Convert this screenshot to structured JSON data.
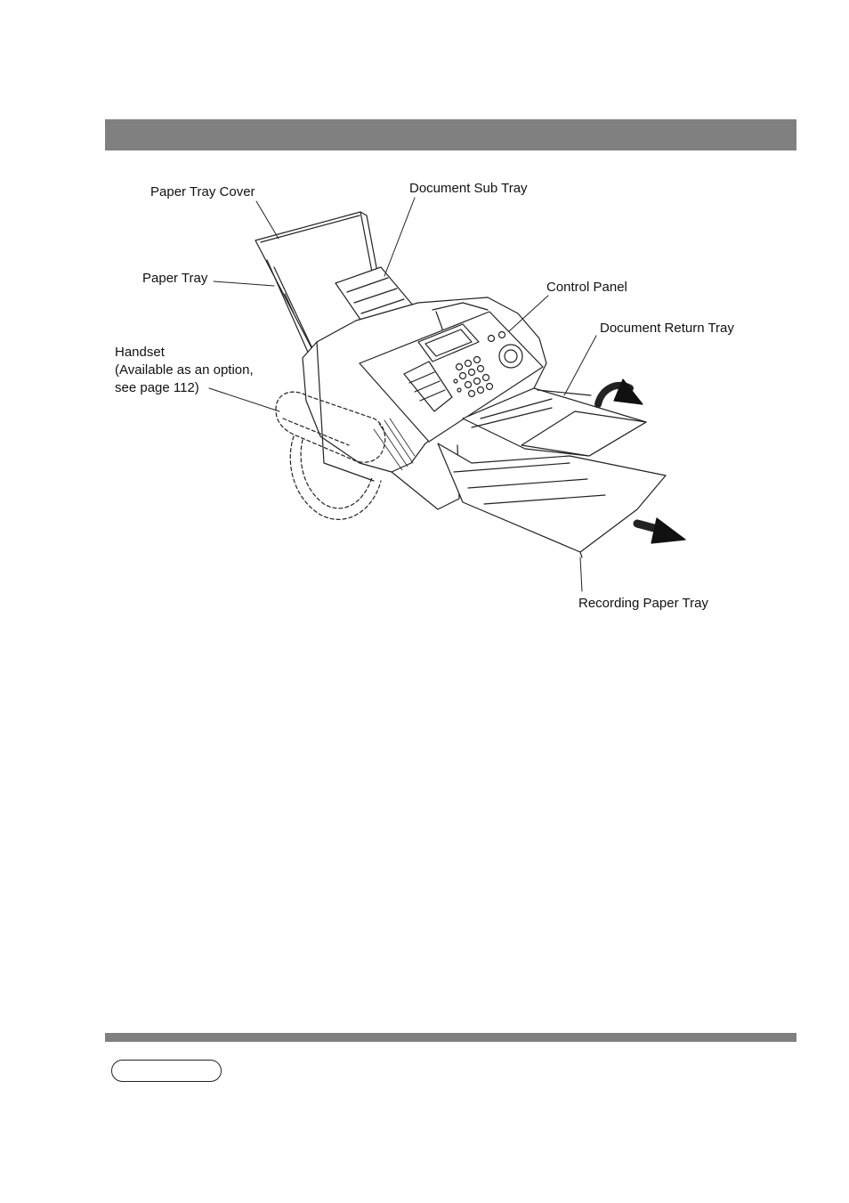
{
  "diagram": {
    "labels": {
      "paper_tray_cover": "Paper Tray Cover",
      "document_sub_tray": "Document Sub Tray",
      "paper_tray": "Paper Tray",
      "control_panel": "Control Panel",
      "document_return_tray": "Document Return Tray",
      "handset_title": "Handset",
      "handset_note_1": "(Available as an option,",
      "handset_note_2": "see page 112)",
      "recording_paper_tray": "Recording Paper Tray"
    }
  },
  "colors": {
    "bar": "#808080",
    "line": "#222222"
  }
}
